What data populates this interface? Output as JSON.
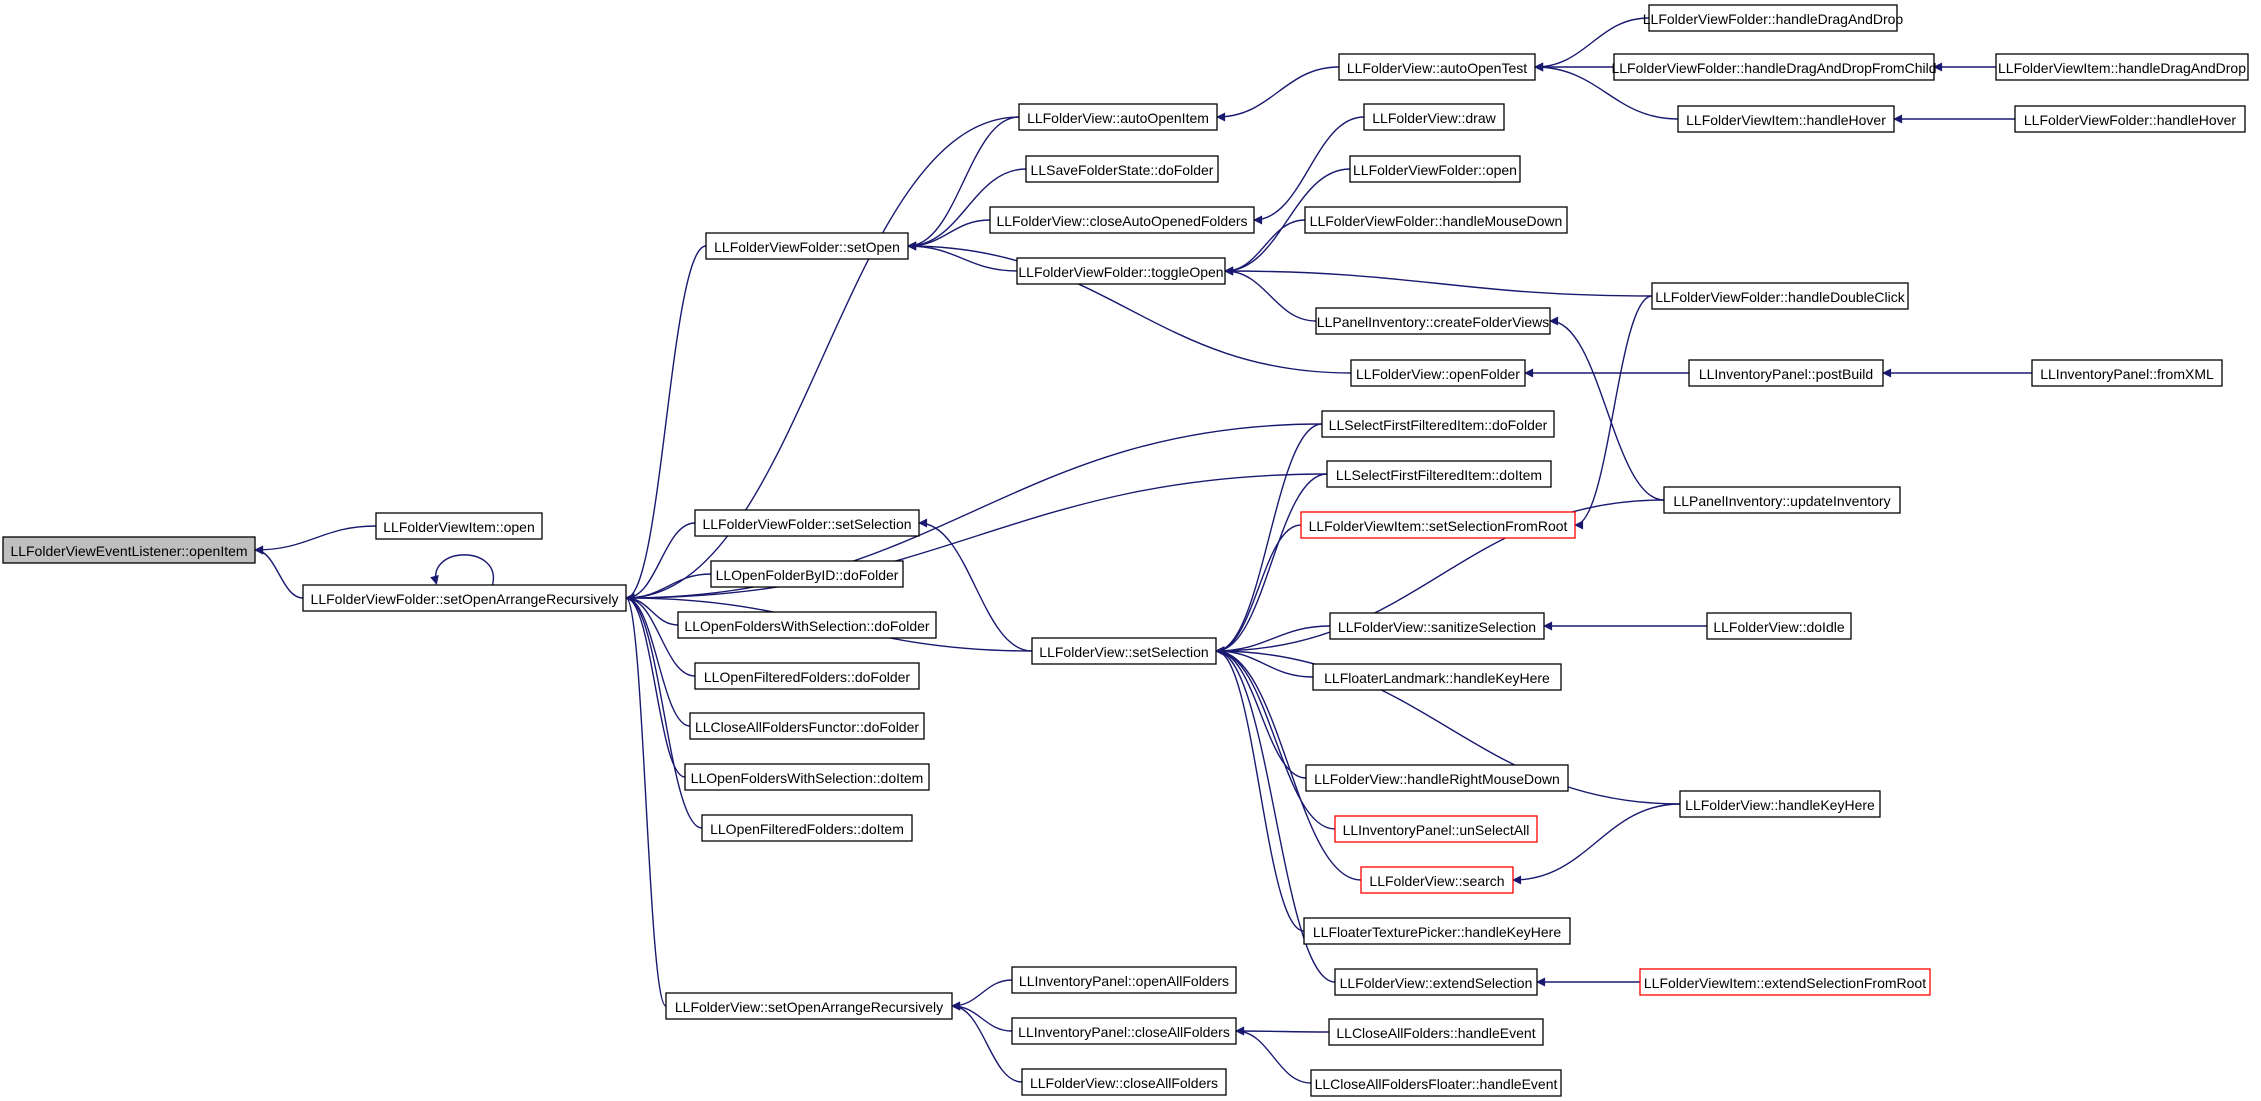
{
  "diagram": {
    "nodes": {
      "n_root": {
        "label": "LLFolderViewEventListener::openItem",
        "style": "gray"
      },
      "n_fvi_open": {
        "label": "LLFolderViewItem::open",
        "style": "normal"
      },
      "n_svoar": {
        "label": "LLFolderViewFolder::setOpenArrangeRecursively",
        "style": "normal"
      },
      "n_setopen": {
        "label": "LLFolderViewFolder::setOpen",
        "style": "normal"
      },
      "n_fvf_setsel": {
        "label": "LLFolderViewFolder::setSelection",
        "style": "normal"
      },
      "n_obid": {
        "label": "LLOpenFolderByID::doFolder",
        "style": "normal"
      },
      "n_ofws_df": {
        "label": "LLOpenFoldersWithSelection::doFolder",
        "style": "normal"
      },
      "n_off_df": {
        "label": "LLOpenFilteredFolders::doFolder",
        "style": "normal"
      },
      "n_cafunc": {
        "label": "LLCloseAllFoldersFunctor::doFolder",
        "style": "normal"
      },
      "n_ofws_di": {
        "label": "LLOpenFoldersWithSelection::doItem",
        "style": "normal"
      },
      "n_off_di": {
        "label": "LLOpenFilteredFolders::doItem",
        "style": "normal"
      },
      "n_fv_soar": {
        "label": "LLFolderView::setOpenArrangeRecursively",
        "style": "normal"
      },
      "n_autoopenitem": {
        "label": "LLFolderView::autoOpenItem",
        "style": "normal"
      },
      "n_savestate": {
        "label": "LLSaveFolderState::doFolder",
        "style": "normal"
      },
      "n_closeauto": {
        "label": "LLFolderView::closeAutoOpenedFolders",
        "style": "normal"
      },
      "n_toggleopen": {
        "label": "LLFolderViewFolder::toggleOpen",
        "style": "normal"
      },
      "n_fv_setsel": {
        "label": "LLFolderView::setSelection",
        "style": "normal"
      },
      "n_ip_openall": {
        "label": "LLInventoryPanel::openAllFolders",
        "style": "normal"
      },
      "n_ip_closeall": {
        "label": "LLInventoryPanel::closeAllFolders",
        "style": "normal"
      },
      "n_fv_closeall": {
        "label": "LLFolderView::closeAllFolders",
        "style": "normal"
      },
      "n_autoopentest": {
        "label": "LLFolderView::autoOpenTest",
        "style": "normal"
      },
      "n_fv_draw": {
        "label": "LLFolderView::draw",
        "style": "normal"
      },
      "n_fvf_open": {
        "label": "LLFolderViewFolder::open",
        "style": "normal"
      },
      "n_fvf_mousedown": {
        "label": "LLFolderViewFolder::handleMouseDown",
        "style": "normal"
      },
      "n_createviews": {
        "label": "LLPanelInventory::createFolderViews",
        "style": "normal"
      },
      "n_openfolder": {
        "label": "LLFolderView::openFolder",
        "style": "normal"
      },
      "n_sffi_df": {
        "label": "LLSelectFirstFilteredItem::doFolder",
        "style": "normal"
      },
      "n_sffi_di": {
        "label": "LLSelectFirstFilteredItem::doItem",
        "style": "normal"
      },
      "n_fvi_selroot": {
        "label": "LLFolderViewItem::setSelectionFromRoot",
        "style": "red"
      },
      "n_sanitize": {
        "label": "LLFolderView::sanitizeSelection",
        "style": "normal"
      },
      "n_landmark": {
        "label": "LLFloaterLandmark::handleKeyHere",
        "style": "normal"
      },
      "n_rmousedown": {
        "label": "LLFolderView::handleRightMouseDown",
        "style": "normal"
      },
      "n_unselectall": {
        "label": "LLInventoryPanel::unSelectAll",
        "style": "red"
      },
      "n_search": {
        "label": "LLFolderView::search",
        "style": "red"
      },
      "n_texpicker": {
        "label": "LLFloaterTexturePicker::handleKeyHere",
        "style": "normal"
      },
      "n_extendsel": {
        "label": "LLFolderView::extendSelection",
        "style": "normal"
      },
      "n_cafolders_he": {
        "label": "LLCloseAllFolders::handleEvent",
        "style": "normal"
      },
      "n_caff_he": {
        "label": "LLCloseAllFoldersFloater::handleEvent",
        "style": "normal"
      },
      "n_fvf_dnd": {
        "label": "LLFolderViewFolder::handleDragAndDrop",
        "style": "normal"
      },
      "n_fvf_dndchild": {
        "label": "LLFolderViewFolder::handleDragAndDropFromChild",
        "style": "normal"
      },
      "n_fvi_hover": {
        "label": "LLFolderViewItem::handleHover",
        "style": "normal"
      },
      "n_fvf_dblclick": {
        "label": "LLFolderViewFolder::handleDoubleClick",
        "style": "normal"
      },
      "n_postbuild": {
        "label": "LLInventoryPanel::postBuild",
        "style": "normal"
      },
      "n_updateinv": {
        "label": "LLPanelInventory::updateInventory",
        "style": "normal"
      },
      "n_doidle": {
        "label": "LLFolderView::doIdle",
        "style": "normal"
      },
      "n_fv_keyhere": {
        "label": "LLFolderView::handleKeyHere",
        "style": "normal"
      },
      "n_extselroot": {
        "label": "LLFolderViewItem::extendSelectionFromRoot",
        "style": "red"
      },
      "n_fvi_dnd": {
        "label": "LLFolderViewItem::handleDragAndDrop",
        "style": "normal"
      },
      "n_fvf_hover": {
        "label": "LLFolderViewFolder::handleHover",
        "style": "normal"
      },
      "n_fromxml": {
        "label": "LLInventoryPanel::fromXML",
        "style": "normal"
      }
    },
    "edges": [
      [
        "n_fvi_open",
        "n_root"
      ],
      [
        "n_svoar",
        "n_root"
      ],
      [
        "n_svoar",
        "n_svoar"
      ],
      [
        "n_setopen",
        "n_svoar"
      ],
      [
        "n_fvf_setsel",
        "n_svoar"
      ],
      [
        "n_obid",
        "n_svoar"
      ],
      [
        "n_ofws_df",
        "n_svoar"
      ],
      [
        "n_off_df",
        "n_svoar"
      ],
      [
        "n_cafunc",
        "n_svoar"
      ],
      [
        "n_ofws_di",
        "n_svoar"
      ],
      [
        "n_off_di",
        "n_svoar"
      ],
      [
        "n_fv_soar",
        "n_svoar"
      ],
      [
        "n_autoopenitem",
        "n_svoar"
      ],
      [
        "n_sffi_df",
        "n_svoar"
      ],
      [
        "n_sffi_di",
        "n_svoar"
      ],
      [
        "n_fv_setsel",
        "n_svoar"
      ],
      [
        "n_autoopenitem",
        "n_setopen"
      ],
      [
        "n_savestate",
        "n_setopen"
      ],
      [
        "n_closeauto",
        "n_setopen"
      ],
      [
        "n_toggleopen",
        "n_setopen"
      ],
      [
        "n_openfolder",
        "n_setopen"
      ],
      [
        "n_fv_setsel",
        "n_fvf_setsel"
      ],
      [
        "n_ip_openall",
        "n_fv_soar"
      ],
      [
        "n_ip_closeall",
        "n_fv_soar"
      ],
      [
        "n_fv_closeall",
        "n_fv_soar"
      ],
      [
        "n_autoopentest",
        "n_autoopenitem"
      ],
      [
        "n_fv_draw",
        "n_closeauto"
      ],
      [
        "n_fvf_open",
        "n_toggleopen"
      ],
      [
        "n_fvf_mousedown",
        "n_toggleopen"
      ],
      [
        "n_fvf_dblclick",
        "n_toggleopen"
      ],
      [
        "n_createviews",
        "n_toggleopen"
      ],
      [
        "n_sffi_df",
        "n_fv_setsel"
      ],
      [
        "n_sffi_di",
        "n_fv_setsel"
      ],
      [
        "n_fvi_selroot",
        "n_fv_setsel"
      ],
      [
        "n_updateinv",
        "n_fv_setsel"
      ],
      [
        "n_sanitize",
        "n_fv_setsel"
      ],
      [
        "n_landmark",
        "n_fv_setsel"
      ],
      [
        "n_fv_keyhere",
        "n_fv_setsel"
      ],
      [
        "n_rmousedown",
        "n_fv_setsel"
      ],
      [
        "n_unselectall",
        "n_fv_setsel"
      ],
      [
        "n_search",
        "n_fv_setsel"
      ],
      [
        "n_texpicker",
        "n_fv_setsel"
      ],
      [
        "n_extendsel",
        "n_fv_setsel"
      ],
      [
        "n_cafolders_he",
        "n_ip_closeall"
      ],
      [
        "n_caff_he",
        "n_ip_closeall"
      ],
      [
        "n_fvf_dnd",
        "n_autoopentest"
      ],
      [
        "n_fvf_dndchild",
        "n_autoopentest"
      ],
      [
        "n_fvi_hover",
        "n_autoopentest"
      ],
      [
        "n_postbuild",
        "n_openfolder"
      ],
      [
        "n_updateinv",
        "n_createviews"
      ],
      [
        "n_fvf_dblclick",
        "n_fvi_selroot"
      ],
      [
        "n_doidle",
        "n_sanitize"
      ],
      [
        "n_fv_keyhere",
        "n_search"
      ],
      [
        "n_extselroot",
        "n_extendsel"
      ],
      [
        "n_fvi_dnd",
        "n_fvf_dndchild"
      ],
      [
        "n_fvf_hover",
        "n_fvi_hover"
      ],
      [
        "n_fromxml",
        "n_postbuild"
      ]
    ]
  }
}
